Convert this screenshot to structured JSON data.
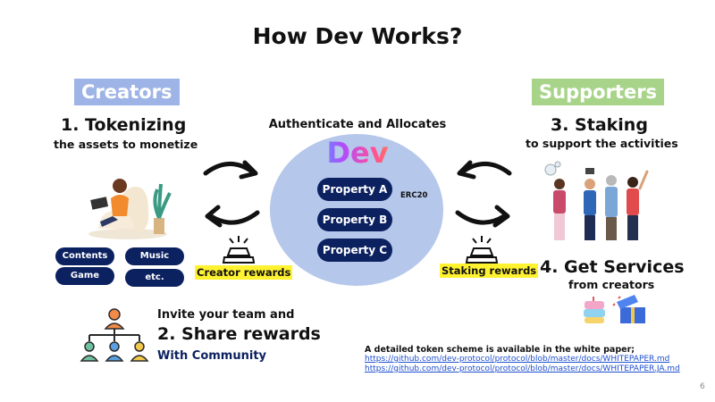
{
  "title": "How Dev Works?",
  "creators": {
    "tag": "Creators",
    "step1_title": "1. Tokenizing",
    "step1_sub": "the assets to monetize",
    "categories": [
      "Contents",
      "Music",
      "Game",
      "etc."
    ],
    "reward_label": "Creator rewards"
  },
  "center": {
    "heading": "Authenticate and Allocates",
    "logo": "Dev",
    "properties": [
      "Property A",
      "Property B",
      "Property C"
    ],
    "token_label": "ERC20"
  },
  "supporters": {
    "tag": "Supporters",
    "step3_title": "3. Staking",
    "step3_sub": "to support the activities",
    "reward_label": "Staking rewards",
    "step4_title": "4. Get Services",
    "step4_sub": "from creators"
  },
  "share": {
    "intro": "Invite your team and",
    "step2_title": "2. Share rewards",
    "step2_sub": "With Community"
  },
  "footer": {
    "note": "A detailed token scheme is available in the white paper;",
    "links": [
      "https://github.com/dev-protocol/protocol/blob/master/docs/WHITEPAPER.md",
      "https://github.com/dev-protocol/protocol/blob/master/docs/WHITEPAPER.JA.md"
    ],
    "page_number": "6"
  },
  "colors": {
    "navy": "#0b2160",
    "creators_tag": "#9fb4e6",
    "supporters_tag": "#a8d48a",
    "circle": "#b5c7ea",
    "highlight": "#fff230",
    "link": "#1e4fcf"
  },
  "icons": [
    "arrow-icon",
    "gold-bars-icon",
    "creator-illustration",
    "supporters-illustration",
    "gift-icon",
    "team-hierarchy-icon"
  ]
}
